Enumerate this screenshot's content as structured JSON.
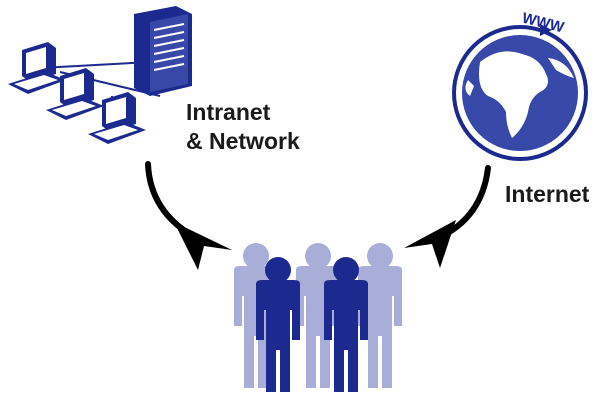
{
  "labels": {
    "intranet_line1": "Intranet",
    "intranet_line2": "& Network",
    "internet": "Internet",
    "www": "WWW"
  },
  "colors": {
    "navy": "#1c2a8f",
    "lavender": "#a9aed8",
    "computer_fill": "#ffffff",
    "globe_ocean": "#3748a8",
    "globe_land": "#ffffff",
    "arrow": "#000000",
    "text": "#1a1a1a"
  },
  "icons": [
    "server-icon",
    "computer-icon",
    "globe-icon",
    "arrow-icon",
    "person-icon"
  ]
}
